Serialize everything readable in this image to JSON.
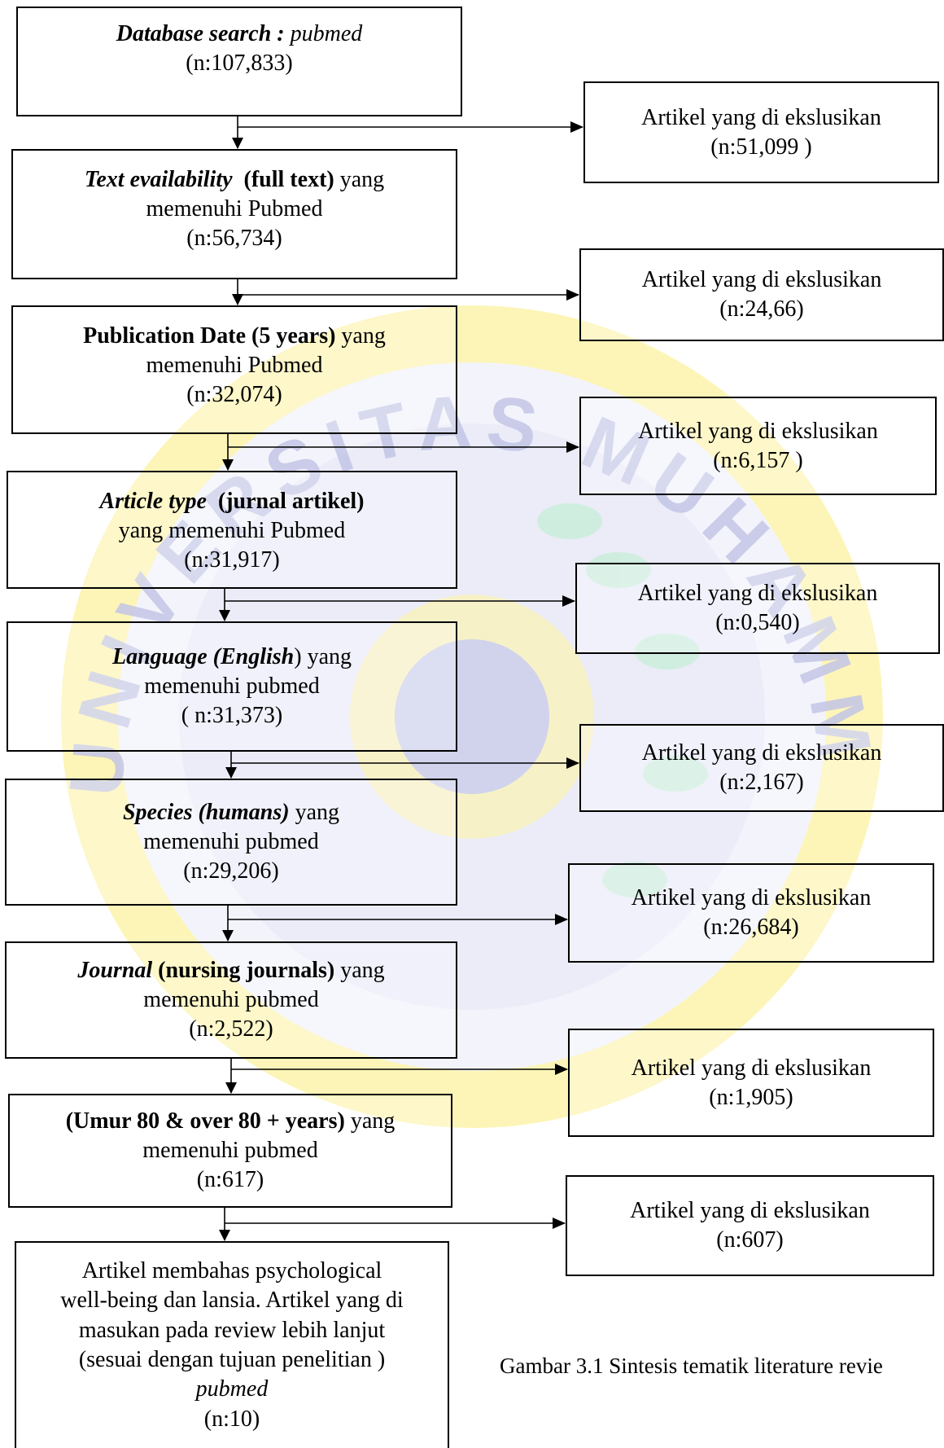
{
  "main_boxes": [
    {
      "parts": [
        {
          "t": "Database search : ",
          "s": "bi"
        },
        {
          "t": "pubmed",
          "s": "i"
        }
      ],
      "line2": "",
      "count": "(n:107,833)"
    },
    {
      "parts": [
        {
          "t": "Text evailability",
          "s": "bi"
        },
        {
          "t": "  (full text)",
          "s": "b"
        },
        {
          "t": " yang",
          "s": ""
        }
      ],
      "line2": "memenuhi Pubmed",
      "count": "(n:56,734)"
    },
    {
      "parts": [
        {
          "t": "Publication Date (5 years)",
          "s": "b"
        },
        {
          "t": " yang",
          "s": ""
        }
      ],
      "line2": "memenuhi Pubmed",
      "count": "(n:32,074)"
    },
    {
      "parts": [
        {
          "t": "Article type",
          "s": "bi"
        },
        {
          "t": "  (jurnal artikel)",
          "s": "b"
        }
      ],
      "line2": "yang memenuhi Pubmed",
      "count": "(n:31,917)"
    },
    {
      "parts": [
        {
          "t": "Language (English",
          "s": "bi"
        },
        {
          "t": ") yang",
          "s": ""
        }
      ],
      "line2": "memenuhi pubmed",
      "count": "( n:31,373)"
    },
    {
      "parts": [
        {
          "t": "Species (humans)",
          "s": "bi"
        },
        {
          "t": " yang",
          "s": ""
        }
      ],
      "line2": "memenuhi pubmed",
      "count": "(n:29,206)"
    },
    {
      "parts": [
        {
          "t": "Journal",
          "s": "bi"
        },
        {
          "t": " (nursing journals)",
          "s": "b"
        },
        {
          "t": " yang",
          "s": ""
        }
      ],
      "line2": "memenuhi pubmed",
      "count": "(n:2,522)"
    },
    {
      "parts": [
        {
          "t": "(Umur 80 & over 80 + years)",
          "s": "b"
        },
        {
          "t": " yang",
          "s": ""
        }
      ],
      "line2": "memenuhi pubmed",
      "count": "(n:617)"
    }
  ],
  "final_box": {
    "line1": "Artikel membahas psychological",
    "line2": "well-being dan lansia. Artikel yang di",
    "line3": "masukan pada review lebih lanjut",
    "line4": "(sesuai dengan tujuan penelitian )",
    "line5": "pubmed",
    "count": "(n:10)"
  },
  "excluded_boxes": [
    {
      "label": "Artikel yang di ekslusikan",
      "count": "(n:51,099 )"
    },
    {
      "label": "Artikel yang di ekslusikan",
      "count": "(n:24,66)"
    },
    {
      "label": "Artikel yang di ekslusikan",
      "count": "(n:6,157 )"
    },
    {
      "label": "Artikel yang di ekslusikan",
      "count": "(n:0,540)"
    },
    {
      "label": "Artikel yang di ekslusikan",
      "count": "(n:2,167)"
    },
    {
      "label": "Artikel yang di ekslusikan",
      "count": "(n:26,684)"
    },
    {
      "label": "Artikel yang di ekslusikan",
      "count": "(n:1,905)"
    },
    {
      "label": "Artikel yang di ekslusikan",
      "count": "(n:607)"
    }
  ],
  "caption": "Gambar 3.1 Sintesis tematik literature revie",
  "watermark_text": "UNIVERSITAS MUHAMMADIYAH SURABAYA",
  "colors": {
    "stroke": "#000000",
    "watermark_blue": "#b8bce0",
    "watermark_yellow": "#fdf08a",
    "watermark_green": "#a8e0c4"
  }
}
